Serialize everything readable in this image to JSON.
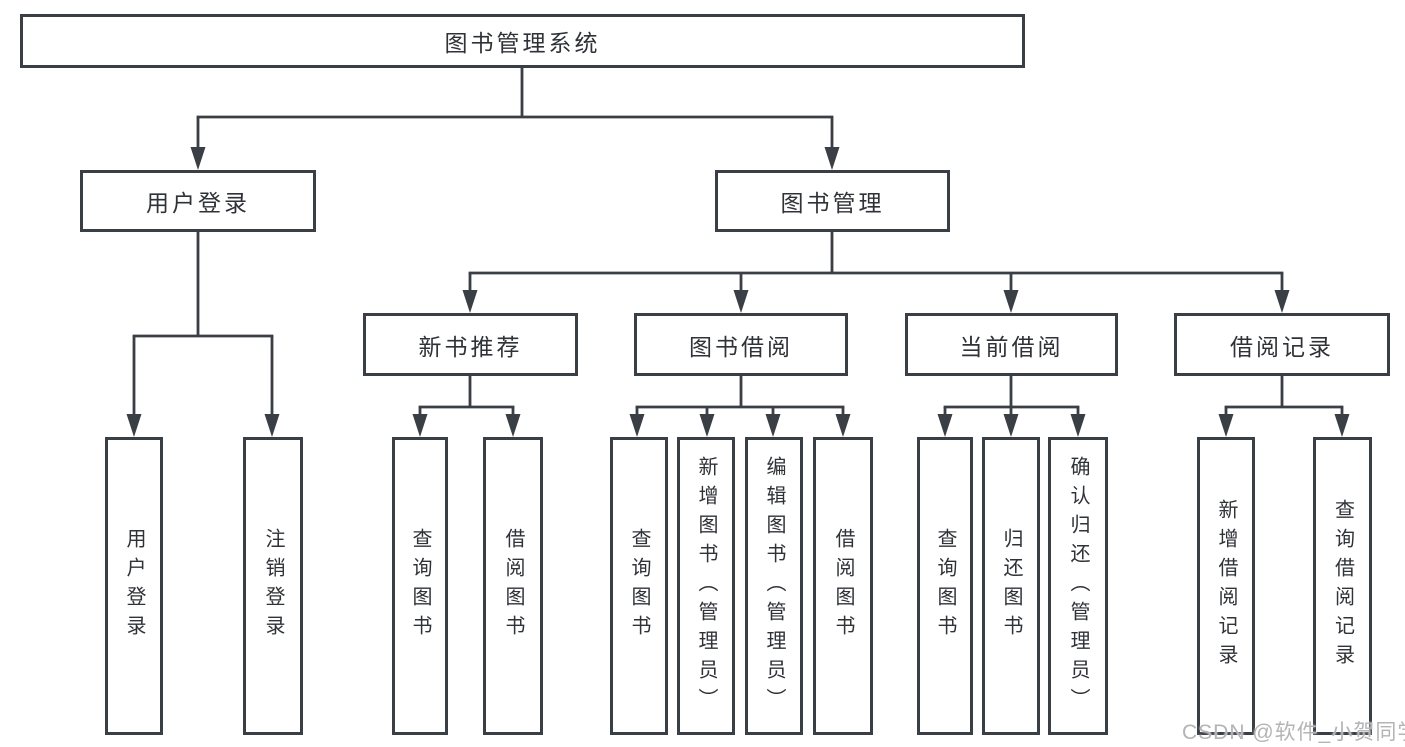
{
  "diagram_type": "hierarchy-tree",
  "colors": {
    "line": "#3a3e45",
    "box_border": "#3a3e45",
    "text": "#2f3237",
    "watermark_text": "#b4b4b4",
    "background": "#ffffff"
  },
  "tree": {
    "label": "图书管理系统",
    "children": [
      {
        "label": "用户登录",
        "children": [
          {
            "label": "用户登录"
          },
          {
            "label": "注销登录"
          }
        ]
      },
      {
        "label": "图书管理",
        "children": [
          {
            "label": "新书推荐",
            "children": [
              {
                "label": "查询图书"
              },
              {
                "label": "借阅图书"
              }
            ]
          },
          {
            "label": "图书借阅",
            "children": [
              {
                "label": "查询图书"
              },
              {
                "label": "新增图书（管理员）"
              },
              {
                "label": "编辑图书（管理员）"
              },
              {
                "label": "借阅图书"
              }
            ]
          },
          {
            "label": "当前借阅",
            "children": [
              {
                "label": "查询图书"
              },
              {
                "label": "归还图书"
              },
              {
                "label": "确认归还（管理员）"
              }
            ]
          },
          {
            "label": "借阅记录",
            "children": [
              {
                "label": "新增借阅记录"
              },
              {
                "label": "查询借阅记录"
              }
            ]
          }
        ]
      }
    ]
  },
  "watermark": {
    "text": "CSDN @软件_小贺同学"
  }
}
